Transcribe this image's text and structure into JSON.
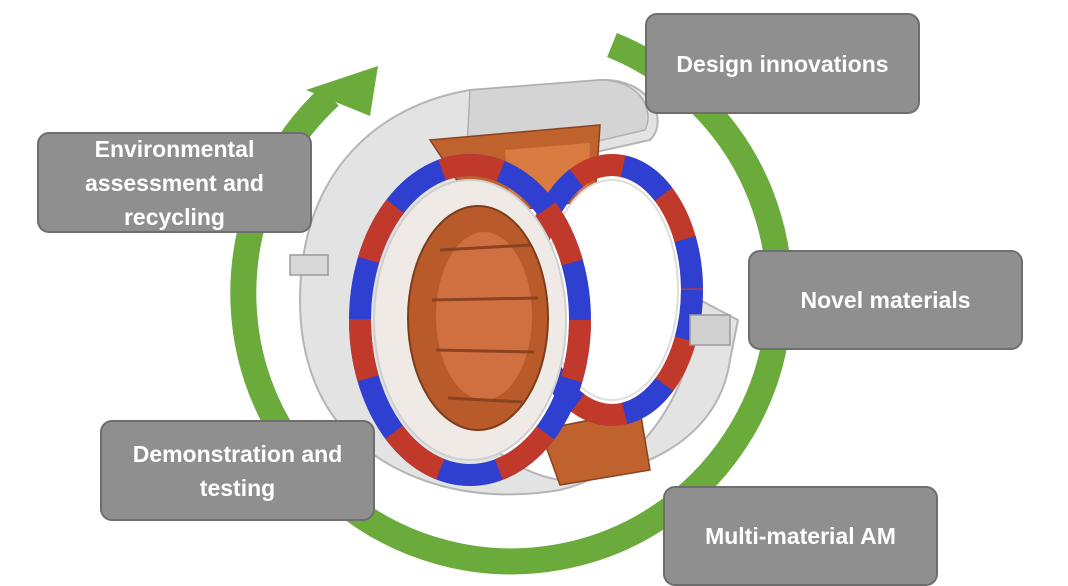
{
  "colors": {
    "cycle_arrow": "#6aab3c",
    "box_fill": "#8f8f8f",
    "box_border": "#6e6e6e",
    "box_text": "#ffffff",
    "copper": "#c0622e",
    "magnet_red": "#c0392b",
    "magnet_blue": "#2f3fd0",
    "housing": "#e2e2e2"
  },
  "illustration": {
    "icon": "electric-motor-cutaway-icon"
  },
  "steps": {
    "design": "Design innovations",
    "materials": "Novel materials",
    "am": "Multi-material AM",
    "demo": "Demonstration and\ntesting",
    "env": "Environmental\nassessment and\nrecycling"
  }
}
